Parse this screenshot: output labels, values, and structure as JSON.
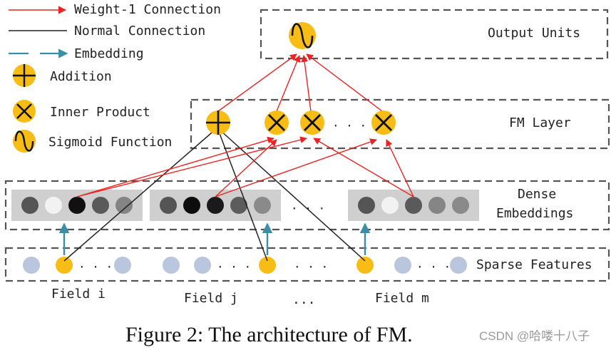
{
  "legend": {
    "weight1": "Weight-1 Connection",
    "normal": "Normal Connection",
    "embedding": "Embedding",
    "addition": "Addition",
    "inner_product": "Inner Product",
    "sigmoid": "Sigmoid Function"
  },
  "layers": {
    "output": "Output Units",
    "fm": "FM Layer",
    "dense_line1": "Dense",
    "dense_line2": "Embeddings",
    "sparse": "Sparse Features"
  },
  "fields": {
    "field_i": "Field i",
    "field_j": "Field j",
    "field_m": "Field m",
    "dots": "..."
  },
  "ellipsis": "· · ·",
  "caption": "Figure 2: The architecture of FM.",
  "watermark": "CSDN @哈喽十八子",
  "colors": {
    "red": "#ee2222",
    "black": "#222222",
    "teal": "#3a8ea5",
    "yellow": "#f7bd14",
    "sparse_blue": "#b9c6dd",
    "dash": "#555555"
  }
}
